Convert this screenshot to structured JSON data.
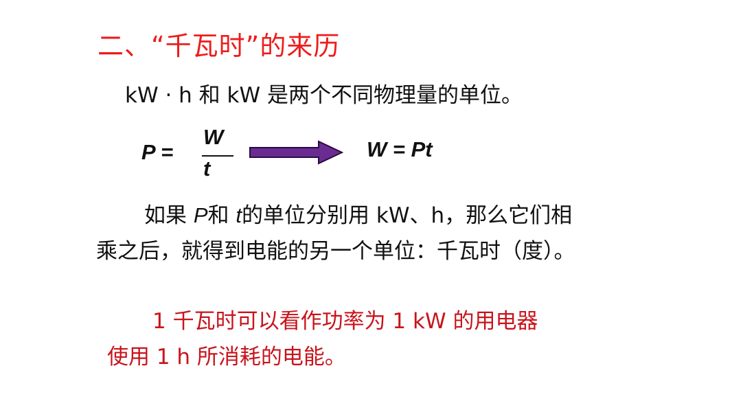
{
  "title": "二、“千瓦时”的来历",
  "line1": "kW · h 和 kW 是两个不同物理量的单位。",
  "formula": {
    "lhs": "P =",
    "numerator": "W",
    "denominator": "t",
    "rhs": "W = Pt",
    "arrow_color": "#6a2c91"
  },
  "paragraph": {
    "part1": "如果 ",
    "var_p": "P",
    "part2": "和 ",
    "var_t": "t",
    "part3": "的单位分别用 kW、h，那么它们相",
    "line2": "乘之后，就得到电能的另一个单位：千瓦时（度）。"
  },
  "definition": {
    "line1": "1 千瓦时可以看作功率为 1 kW 的用电器",
    "line2": "使用 1 h 所消耗的电能。"
  }
}
